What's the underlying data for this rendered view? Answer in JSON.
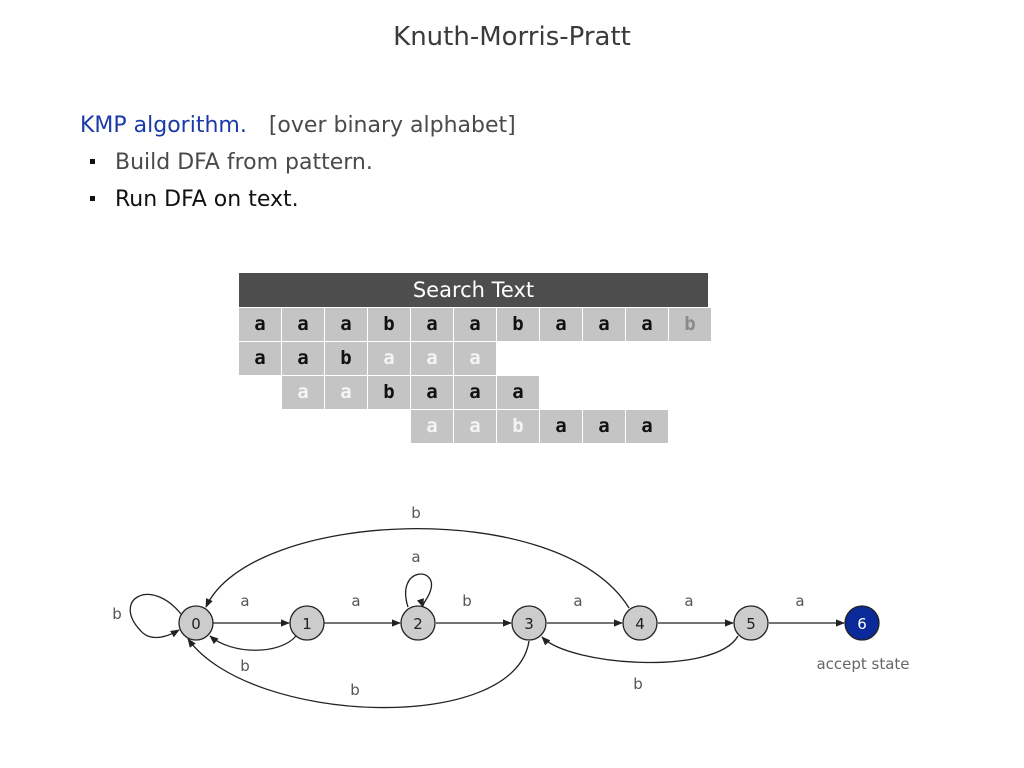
{
  "title": "Knuth-Morris-Pratt",
  "heading": {
    "label": "KMP algorithm.",
    "note": "[over binary alphabet]"
  },
  "bullets": [
    "Build DFA from pattern.",
    "Run DFA on text."
  ],
  "search": {
    "header": "Search Text",
    "rows": [
      [
        {
          "ch": "a",
          "style": "normal"
        },
        {
          "ch": "a",
          "style": "normal"
        },
        {
          "ch": "a",
          "style": "normal"
        },
        {
          "ch": "b",
          "style": "normal"
        },
        {
          "ch": "a",
          "style": "normal"
        },
        {
          "ch": "a",
          "style": "normal"
        },
        {
          "ch": "b",
          "style": "normal"
        },
        {
          "ch": "a",
          "style": "normal"
        },
        {
          "ch": "a",
          "style": "normal"
        },
        {
          "ch": "a",
          "style": "normal"
        },
        {
          "ch": "b",
          "style": "faded"
        }
      ],
      [
        {
          "ch": "a",
          "style": "normal"
        },
        {
          "ch": "a",
          "style": "normal"
        },
        {
          "ch": "b",
          "style": "normal"
        },
        {
          "ch": "a",
          "style": "dim"
        },
        {
          "ch": "a",
          "style": "dim"
        },
        {
          "ch": "a",
          "style": "dim"
        }
      ],
      [
        {
          "ch": "a",
          "style": "dim"
        },
        {
          "ch": "a",
          "style": "dim"
        },
        {
          "ch": "b",
          "style": "normal"
        },
        {
          "ch": "a",
          "style": "normal"
        },
        {
          "ch": "a",
          "style": "normal"
        },
        {
          "ch": "a",
          "style": "normal"
        }
      ],
      [
        {
          "ch": "a",
          "style": "dim"
        },
        {
          "ch": "a",
          "style": "dim"
        },
        {
          "ch": "b",
          "style": "dim"
        },
        {
          "ch": "a",
          "style": "normal"
        },
        {
          "ch": "a",
          "style": "normal"
        },
        {
          "ch": "a",
          "style": "normal"
        }
      ]
    ],
    "row_offsets": [
      0,
      0,
      1,
      4
    ]
  },
  "dfa": {
    "states": [
      "0",
      "1",
      "2",
      "3",
      "4",
      "5",
      "6"
    ],
    "accept_state": "6",
    "accept_label": "accept state",
    "transition_labels": {
      "t01": "a",
      "t12": "a",
      "t23": "b",
      "t34": "a",
      "t45": "a",
      "t56": "a",
      "t00": "b",
      "t22": "a",
      "t10": "b",
      "t30": "b",
      "t40": "b",
      "t53": "b"
    },
    "colors": {
      "state_fill": "#cccccc",
      "accept_fill": "#0a2a9a",
      "edge": "#222222"
    }
  }
}
